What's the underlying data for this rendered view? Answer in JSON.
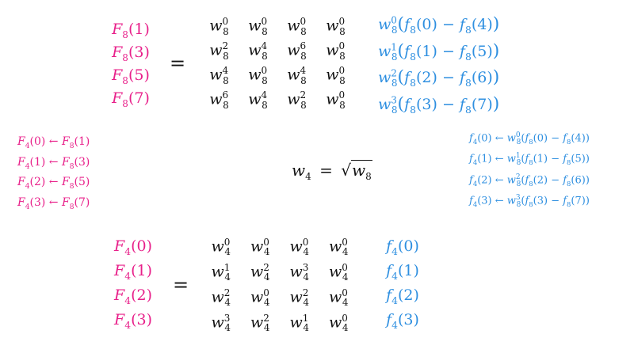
{
  "top": {
    "lhs": [
      "F8(1)",
      "F8(3)",
      "F8(5)",
      "F8(7)"
    ],
    "equals": "=",
    "matrix": [
      [
        "0",
        "0",
        "0",
        "0"
      ],
      [
        "2",
        "4",
        "6",
        "0"
      ],
      [
        "4",
        "0",
        "4",
        "0"
      ],
      [
        "6",
        "4",
        "2",
        "0"
      ]
    ],
    "base": "w",
    "base_sub": "8",
    "vector": [
      {
        "exp": "0",
        "a": "0",
        "b": "4"
      },
      {
        "exp": "1",
        "a": "1",
        "b": "5"
      },
      {
        "exp": "2",
        "a": "2",
        "b": "6"
      },
      {
        "exp": "3",
        "a": "3",
        "b": "7"
      }
    ]
  },
  "left_note": [
    {
      "lhs": "0",
      "rhs": "1"
    },
    {
      "lhs": "1",
      "rhs": "3"
    },
    {
      "lhs": "2",
      "rhs": "5"
    },
    {
      "lhs": "3",
      "rhs": "7"
    }
  ],
  "right_note": [
    {
      "lhs": "0",
      "exp": "0",
      "a": "0",
      "b": "4"
    },
    {
      "lhs": "1",
      "exp": "1",
      "a": "1",
      "b": "5"
    },
    {
      "lhs": "2",
      "exp": "2",
      "a": "2",
      "b": "6"
    },
    {
      "lhs": "3",
      "exp": "3",
      "a": "3",
      "b": "7"
    }
  ],
  "middle_eq": {
    "lhs": "w",
    "lhs_sub": "4",
    "rhs": "w",
    "rhs_sub": "8",
    "equals": "="
  },
  "bottom": {
    "lhs": [
      "0",
      "1",
      "2",
      "3"
    ],
    "matrix": [
      [
        "0",
        "0",
        "0",
        "0"
      ],
      [
        "1",
        "2",
        "3",
        "0"
      ],
      [
        "2",
        "0",
        "2",
        "0"
      ],
      [
        "3",
        "2",
        "1",
        "0"
      ]
    ],
    "base": "w",
    "base_sub": "4",
    "vector": [
      "0",
      "1",
      "2",
      "3"
    ]
  },
  "colors": {
    "pink": "#e8208a",
    "blue": "#2e8fe0",
    "black": "#111111"
  }
}
